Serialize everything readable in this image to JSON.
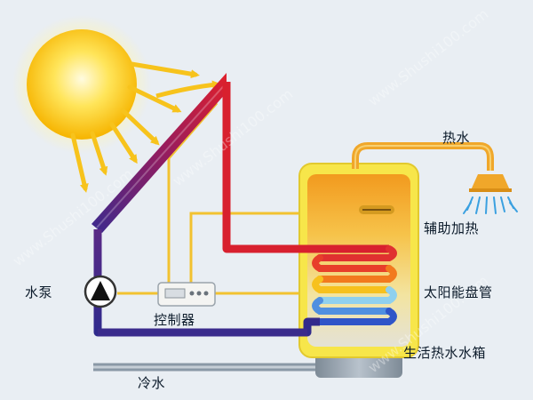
{
  "labels": {
    "hot_water": "热水",
    "aux_heating": "辅助加热",
    "water_pump": "水泵",
    "controller": "控制器",
    "coil_tube": "太阳能盘管",
    "domestic_tank": "生活热水水箱",
    "cold_water": "冷水"
  },
  "watermark": "www.Shushi100.com",
  "colors": {
    "background": "#e9eef3",
    "hot_pipe": "#d8202e",
    "cold_pipe": "#3a2b8c",
    "control_wire": "#f2c230",
    "tank_frame": "#f7e64a",
    "sun": "#ffd21a",
    "water_spray": "#3aa0e0"
  }
}
